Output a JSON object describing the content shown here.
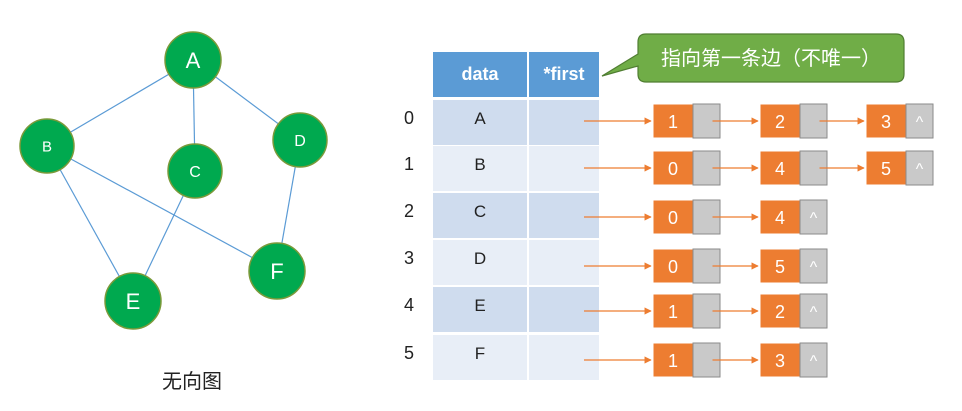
{
  "graph": {
    "caption": "无向图",
    "nodes": [
      "A",
      "B",
      "C",
      "D",
      "E",
      "F"
    ],
    "edges": [
      [
        "A",
        "B"
      ],
      [
        "A",
        "C"
      ],
      [
        "A",
        "D"
      ],
      [
        "B",
        "E"
      ],
      [
        "B",
        "F"
      ],
      [
        "C",
        "E"
      ],
      [
        "D",
        "F"
      ]
    ]
  },
  "table": {
    "headers": [
      "data",
      "*first"
    ],
    "rows": [
      {
        "index": "0",
        "data": "A",
        "adj": [
          "1",
          "2",
          "3"
        ]
      },
      {
        "index": "1",
        "data": "B",
        "adj": [
          "0",
          "4",
          "5"
        ]
      },
      {
        "index": "2",
        "data": "C",
        "adj": [
          "0",
          "4"
        ]
      },
      {
        "index": "3",
        "data": "D",
        "adj": [
          "0",
          "5"
        ]
      },
      {
        "index": "4",
        "data": "E",
        "adj": [
          "1",
          "2"
        ]
      },
      {
        "index": "5",
        "data": "F",
        "adj": [
          "1",
          "3"
        ]
      }
    ]
  },
  "callout": "指向第一条边（不唯一）",
  "null_marker": "^",
  "colors": {
    "node_fill": "#00a94f",
    "node_stroke": "#7a9a3a",
    "edge": "#5b9bd5",
    "header_fill": "#5b9bd5",
    "row_fill_odd": "#cfdcee",
    "row_fill_even": "#e8eef7",
    "list_node_fill": "#ed7d31",
    "list_ptr_fill": "#c9c9c9",
    "arrow": "#ed7d31",
    "callout_fill": "#70ad47",
    "callout_stroke": "#507e32"
  }
}
